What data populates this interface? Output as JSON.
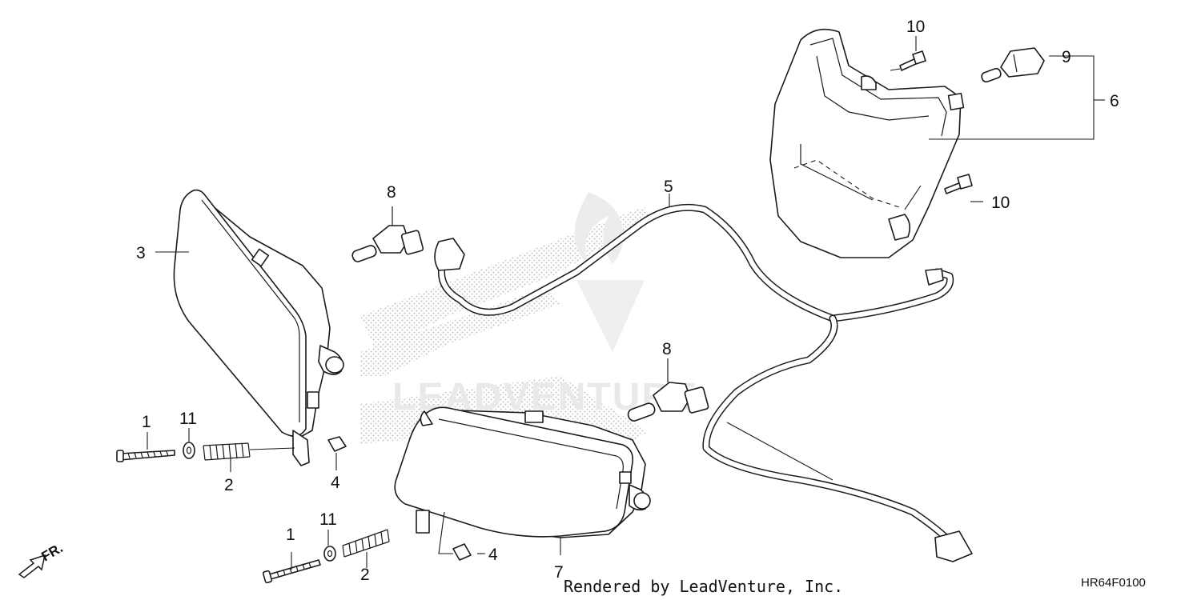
{
  "diagram": {
    "watermark_text": "LEADVENTURE",
    "credit": "Rendered by LeadVenture, Inc.",
    "diagram_code": "HR64F0100",
    "front_indicator": "FR."
  },
  "callouts": {
    "c1a": "1",
    "c1b": "1",
    "c2a": "2",
    "c2b": "2",
    "c3": "3",
    "c4a": "4",
    "c4b": "4",
    "c5": "5",
    "c6": "6",
    "c7": "7",
    "c8a": "8",
    "c8b": "8",
    "c9": "9",
    "c10a": "10",
    "c10b": "10",
    "c11a": "11",
    "c11b": "11"
  }
}
